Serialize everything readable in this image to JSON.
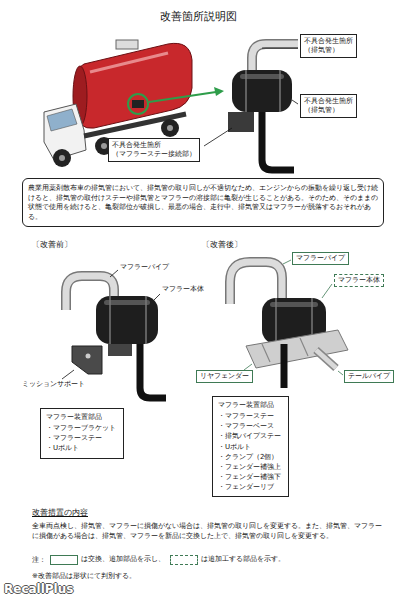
{
  "diagram": {
    "title": "改善箇所説明図",
    "nodes": [
      {
        "text": [
          "不具合発生箇所 （排気管）"
        ]
      },
      {
        "text": [
          "不具合発生箇所 （排気管）"
        ]
      },
      {
        "text": [
          "不具合発生箇所 （マフラーステー接続部）"
        ]
      },
      {
        "text": [
          "農業用薬剤散布車の排気管において、排気管の取り回しが不適切なため、エンジンからの振動を繰り返し受け続けると、排気管の取付けステーや排気管とマフラーの溶接部に亀裂が生じることがある。そのため、そのままの状態で使用を続けると、亀裂部位が破損し、最悪の場合、走行中、排気管又はマフラーが脱落するおそれがある。"
        ]
      },
      {
        "text": [
          "マフラー装置部品",
          "・マフラーブラケット",
          "・マフラーステー",
          "・Uボルト"
        ]
      },
      {
        "text": [
          "マフラーパイプ"
        ]
      },
      {
        "text": [
          "マフラー本体"
        ]
      },
      {
        "text": [
          "リヤフェンダー"
        ]
      },
      {
        "text": [
          "テールパイプ"
        ]
      },
      {
        "text": [
          "マフラー装置部品",
          "・マフラーステー",
          "・マフラーベース",
          "・排気パイプステー",
          "・Uボルト",
          "・クランプ（2個）",
          "・フェンダー補強上",
          "・フェンダー補強下",
          "・フェンダーリブ"
        ]
      }
    ],
    "labels": [
      "〔改善前〕",
      "〔改善後〕",
      "マフラーパイプ",
      "マフラー本体",
      "ミッションサポート",
      "改善措置の内容",
      "全車両点検し、排気管、マフラーに損傷がない場合は、排気管の取り回しを変更する。また、排気管、マフラーに損傷がある場合は、排気管、マフラーを新品に交換した上で、排気管の取り回しを変更する。",
      "注：",
      "※改善部品は形状にて判別する。",
      "RecallPlus"
    ],
    "legend": [
      {
        "text": "は交換、追加部品を示し、"
      },
      {
        "text": "は追加工する部品を示す。"
      }
    ]
  }
}
